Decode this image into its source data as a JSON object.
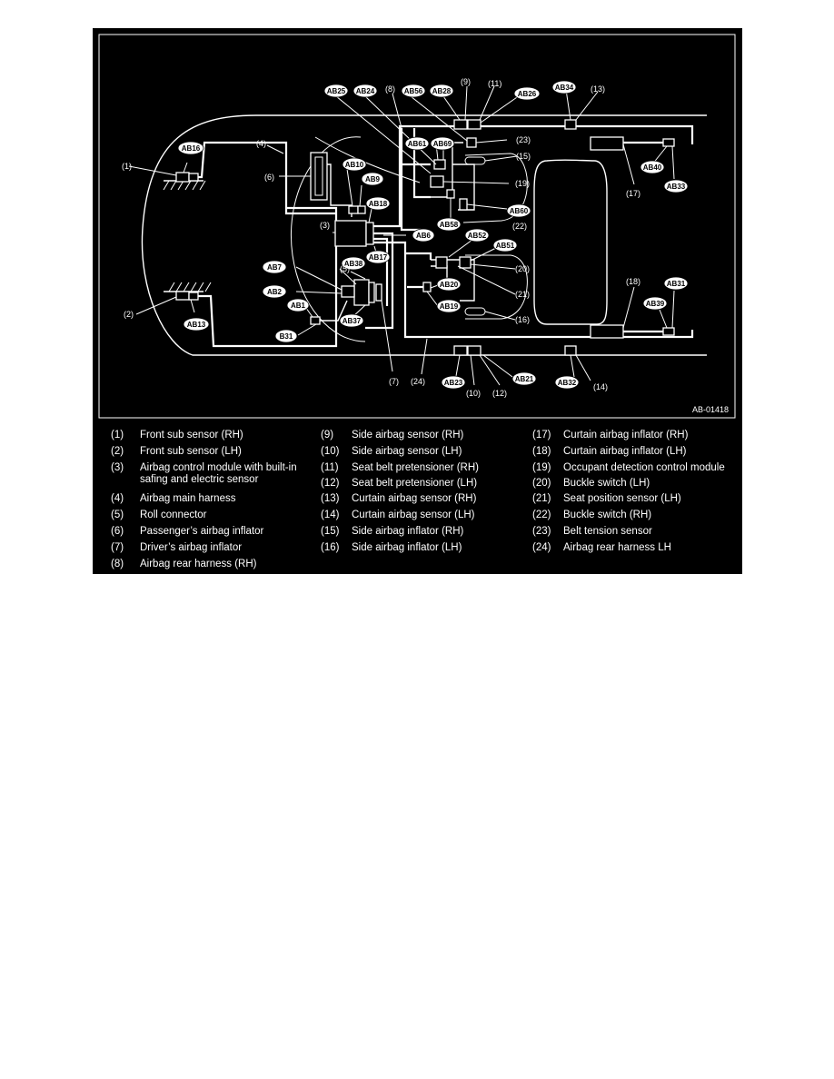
{
  "figure_code": "AB-01418",
  "callouts": {
    "c1": "(1)",
    "c2": "(2)",
    "c3": "(3)",
    "c4": "(4)",
    "c5": "(5)",
    "c6": "(6)",
    "c7": "(7)",
    "c8": "(8)",
    "c9": "(9)",
    "c10": "(10)",
    "c11": "(11)",
    "c12": "(12)",
    "c13": "(13)",
    "c14": "(14)",
    "c15": "(15)",
    "c16": "(16)",
    "c17": "(17)",
    "c18": "(18)",
    "c19": "(19)",
    "c20": "(20)",
    "c21": "(21)",
    "c22": "(22)",
    "c23": "(23)",
    "c24": "(24)"
  },
  "connectors": {
    "ab16": "AB16",
    "ab13": "AB13",
    "ab10": "AB10",
    "ab9": "AB9",
    "ab18": "AB18",
    "ab6": "AB6",
    "ab17": "AB17",
    "ab7": "AB7",
    "ab2": "AB2",
    "ab1": "AB1",
    "b31": "B31",
    "ab38": "AB38",
    "ab37": "AB37",
    "ab25": "AB25",
    "ab24": "AB24",
    "ab56": "AB56",
    "ab28": "AB28",
    "ab26": "AB26",
    "ab34": "AB34",
    "ab61": "AB61",
    "ab69": "AB69",
    "ab58": "AB58",
    "ab60": "AB60",
    "ab52": "AB52",
    "ab51": "AB51",
    "ab20": "AB20",
    "ab19": "AB19",
    "ab23": "AB23",
    "ab21": "AB21",
    "ab32": "AB32",
    "ab40": "AB40",
    "ab33": "AB33",
    "ab31": "AB31",
    "ab39": "AB39"
  },
  "legend": [
    [
      {
        "num": "(1)",
        "text": "Front sub sensor (RH)"
      },
      {
        "num": "(2)",
        "text": "Front sub sensor (LH)"
      },
      {
        "num": "(3)",
        "text": "Airbag control module with built-in",
        "text2": "safing and electric sensor"
      },
      {
        "num": "(4)",
        "text": "Airbag main harness"
      },
      {
        "num": "(5)",
        "text": "Roll connector"
      },
      {
        "num": "(6)",
        "text": "Passenger’s airbag inflator"
      },
      {
        "num": "(7)",
        "text": "Driver’s airbag inflator"
      },
      {
        "num": "(8)",
        "text": "Airbag rear harness (RH)"
      }
    ],
    [
      {
        "num": "(9)",
        "text": "Side airbag sensor (RH)"
      },
      {
        "num": "(10)",
        "text": "Side airbag sensor (LH)"
      },
      {
        "num": "(11)",
        "text": "Seat belt pretensioner (RH)"
      },
      {
        "num": "(12)",
        "text": "Seat belt pretensioner (LH)"
      },
      {
        "num": "(13)",
        "text": "Curtain airbag sensor (RH)"
      },
      {
        "num": "(14)",
        "text": "Curtain airbag sensor (LH)"
      },
      {
        "num": "(15)",
        "text": "Side airbag inflator (RH)"
      },
      {
        "num": "(16)",
        "text": "Side airbag inflator (LH)"
      }
    ],
    [
      {
        "num": "(17)",
        "text": "Curtain airbag inflator (RH)"
      },
      {
        "num": "(18)",
        "text": "Curtain airbag inflator (LH)"
      },
      {
        "num": "(19)",
        "text": "Occupant detection control module"
      },
      {
        "num": "(20)",
        "text": "Buckle switch (LH)"
      },
      {
        "num": "(21)",
        "text": "Seat position sensor (LH)"
      },
      {
        "num": "(22)",
        "text": "Buckle switch (RH)"
      },
      {
        "num": "(23)",
        "text": "Belt tension sensor"
      },
      {
        "num": "(24)",
        "text": "Airbag rear harness LH"
      }
    ]
  ]
}
